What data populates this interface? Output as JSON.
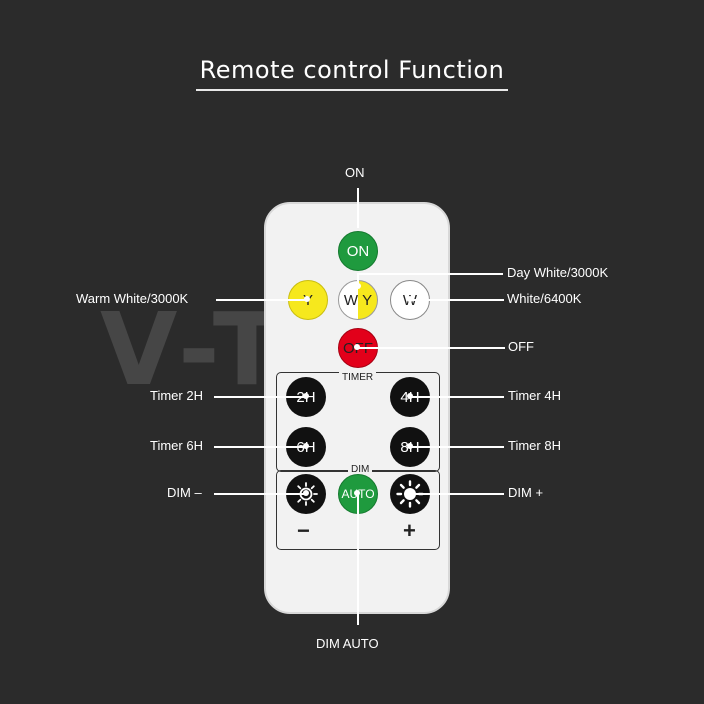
{
  "title": "Remote control Function",
  "buttons": {
    "on": "ON",
    "yellow": "Y",
    "day_white_w": "W",
    "day_white_y": "Y",
    "white": "W",
    "off": "OFF",
    "timer_2h": "2H",
    "timer_4h": "4H",
    "timer_6h": "6H",
    "timer_8h": "8H",
    "auto": "AUTO"
  },
  "groups": {
    "timer": "TIMER",
    "dim": "DIM",
    "minus": "−",
    "plus": "+"
  },
  "callouts": {
    "on": "ON",
    "day_white": "Day White/3000K",
    "warm_white": "Warm White/3000K",
    "white": "White/6400K",
    "off": "OFF",
    "timer_2h": "Timer 2H",
    "timer_4h": "Timer 4H",
    "timer_6h": "Timer 6H",
    "timer_8h": "Timer 8H",
    "dim_minus": "DIM –",
    "dim_plus": "DIM +",
    "dim_auto": "DIM AUTO"
  },
  "colors": {
    "background": "#2b2b2b",
    "on_green": "#1f9a3e",
    "yellow": "#f6e81d",
    "off_red": "#e2001a",
    "auto_green": "#1f9a3e",
    "black_button": "#111111"
  },
  "icons": {
    "dim_minus": "sun-outline-icon",
    "dim_plus": "sun-filled-icon"
  }
}
